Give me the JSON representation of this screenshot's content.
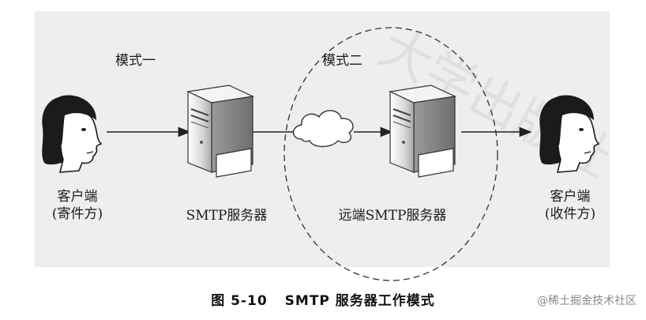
{
  "diagram": {
    "mode_one_label": "模式一",
    "mode_two_label": "模式二",
    "client_sender": {
      "line1": "客户端",
      "line2": "(寄件方)"
    },
    "smtp_server_label": "SMTP服务器",
    "remote_smtp_server_label": "远端SMTP服务器",
    "client_receiver": {
      "line1": "客户端",
      "line2": "(收件方)"
    }
  },
  "caption": {
    "figure_number": "图 5-10",
    "title": "SMTP 服务器工作模式"
  },
  "watermark": "@稀土掘金技术社区",
  "background_watermark": "大学出版社",
  "colors": {
    "panel_bg": "#eeeeee",
    "ink": "#1a1a1a",
    "watermark": "#8a8a8a"
  }
}
